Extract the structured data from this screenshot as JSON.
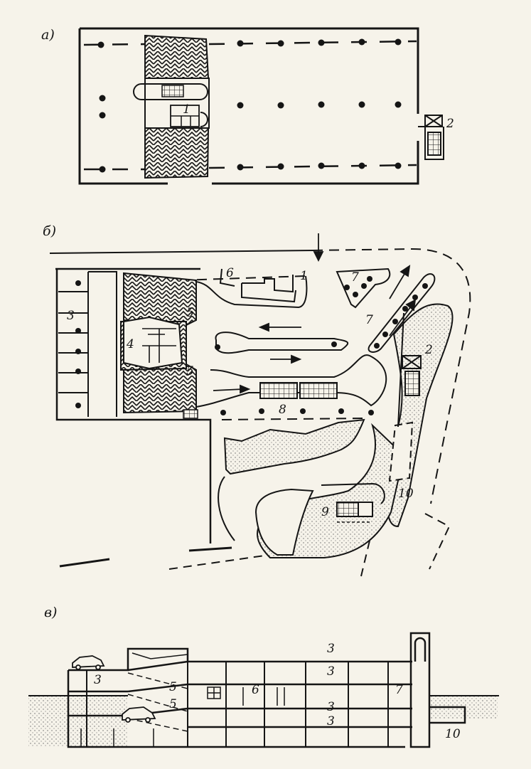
{
  "panels": {
    "a": {
      "label": "а)",
      "callouts": [
        "1",
        "2"
      ]
    },
    "b": {
      "label": "б)",
      "callouts": [
        "1",
        "2",
        "3",
        "4",
        "5",
        "5",
        "6",
        "7",
        "7",
        "8",
        "9",
        "10"
      ]
    },
    "c": {
      "label": "в)",
      "callouts": [
        "3",
        "3",
        "3",
        "3",
        "3",
        "5",
        "5",
        "6",
        "7",
        "10"
      ]
    }
  },
  "colors": {
    "ink": "#151515",
    "paper": "#f6f3ea",
    "stipple": "#777"
  }
}
